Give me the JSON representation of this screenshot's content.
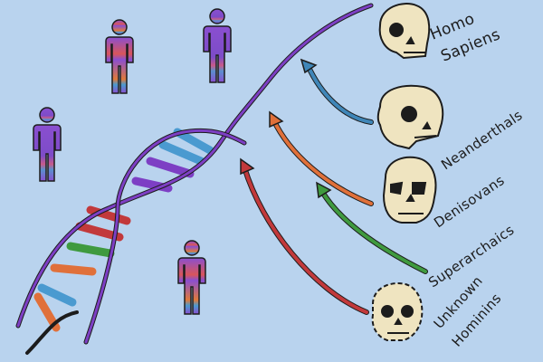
{
  "labels": {
    "homo_line1": "Homo",
    "homo_line2": "Sapiens",
    "neanderthals": "Neanderthals",
    "denisovans": "Denisovans",
    "superarchaics": "Superarchaics",
    "unknown_line1": "Unknown",
    "unknown_line2": "Hominins"
  },
  "colors": {
    "background": "#b9d3ee",
    "figure_purple": "#8a4fd0",
    "dna_purple": "#7d3fc4",
    "arrow_blue": "#3f86b8",
    "arrow_orange": "#e0703a",
    "arrow_green": "#3f9a3f",
    "arrow_red": "#c2393b",
    "skull_bone": "#efe4c0",
    "outline": "#1c1c1c"
  },
  "icons": {
    "human_figure": "human-figure-icon",
    "skull": "skull-icon",
    "dna": "dna-helix-icon"
  }
}
